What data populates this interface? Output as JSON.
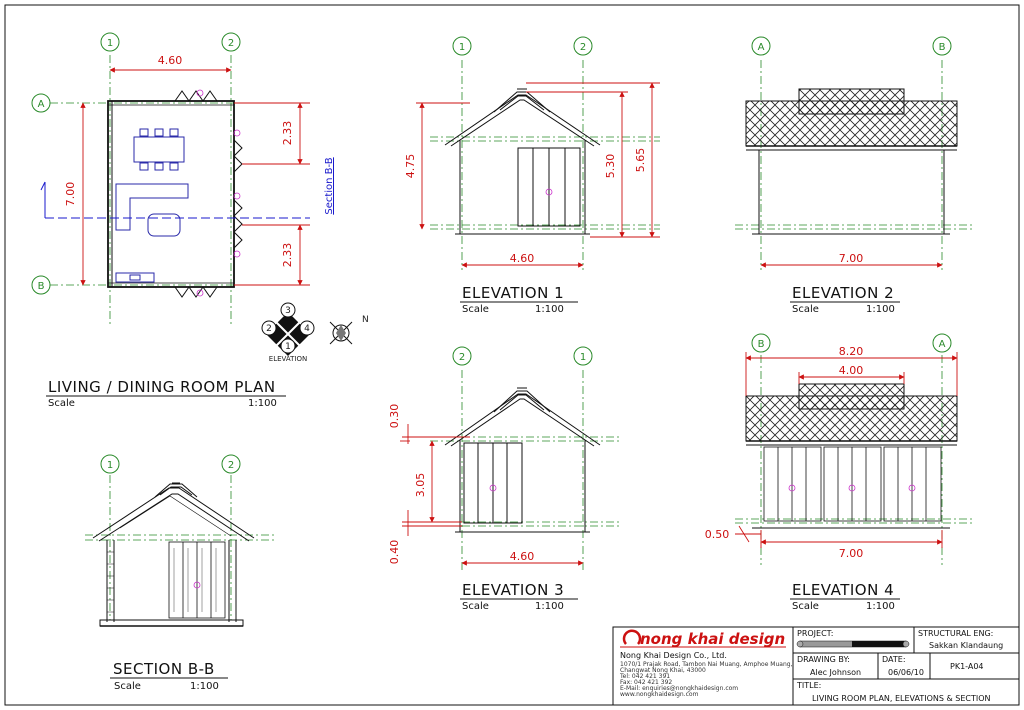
{
  "grid_labels": {
    "one": "1",
    "two": "2",
    "a": "A",
    "b": "B"
  },
  "plan": {
    "title": "LIVING / DINING ROOM PLAN",
    "scale_label": "Scale",
    "scale_value": "1:100",
    "dim_width": "4.60",
    "dim_height": "7.00",
    "dim_side_top": "2.33",
    "dim_side_bottom": "2.33",
    "section_label": "Section B-B"
  },
  "compass": {
    "label": "ELEVATION",
    "n1": "1",
    "n2": "2",
    "n3": "3",
    "n4": "4",
    "north": "N"
  },
  "elevation1": {
    "title": "ELEVATION 1",
    "scale_label": "Scale",
    "scale_value": "1:100",
    "dim_height_left": "4.75",
    "dim_height_mid": "5.30",
    "dim_height_right": "5.65",
    "dim_width": "4.60"
  },
  "elevation2": {
    "title": "ELEVATION 2",
    "scale_label": "Scale",
    "scale_value": "1:100",
    "dim_width": "7.00"
  },
  "elevation3": {
    "title": "ELEVATION 3",
    "scale_label": "Scale",
    "scale_value": "1:100",
    "dim_top": "0.30",
    "dim_mid": "3.05",
    "dim_bottom": "0.40",
    "dim_width": "4.60"
  },
  "elevation4": {
    "title": "ELEVATION 4",
    "scale_label": "Scale",
    "scale_value": "1:100",
    "dim_overall": "8.20",
    "dim_roof": "4.00",
    "dim_base": "0.50",
    "dim_width": "7.00"
  },
  "section": {
    "title": "SECTION B-B",
    "scale_label": "Scale",
    "scale_value": "1:100"
  },
  "title_block": {
    "brand": "nong khai design",
    "company": "Nong Khai Design Co., Ltd.",
    "addr1": "1070/1 Prajak Road, Tambon Nai Muang, Amphoe Muang,",
    "addr2": "Changwat Nong Khai, 43000",
    "tel": "Tel: 042 421 391",
    "fax": "Fax: 042 421 392",
    "email": "E-Mail: enquiries@nongkhaidesign.com",
    "web": "www.nongkhaidesign.com",
    "project_label": "PROJECT:",
    "structural_label": "STRUCTURAL ENG:",
    "structural_value": "Sakkan Klandaung",
    "drawing_by_label": "DRAWING BY:",
    "drawing_by_value": "Alec Johnson",
    "date_label": "DATE:",
    "date_value": "06/06/10",
    "sheet_no": "PK1-A04",
    "title_label": "TITLE:",
    "title_value": "LIVING ROOM PLAN, ELEVATIONS & SECTION"
  },
  "colors": {
    "dimension": "#cc1111",
    "gridline": "#2a8a2a",
    "section": "#1a1acc",
    "furniture": "#2a2aaa",
    "marker": "#cc33cc",
    "brand": "#cc1111"
  }
}
